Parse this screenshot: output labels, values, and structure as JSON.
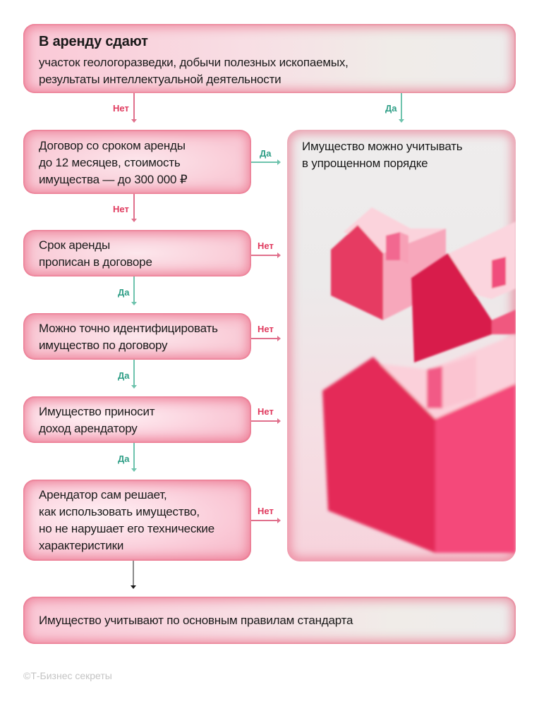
{
  "header_box": {
    "title": "В аренду сдают",
    "line1": "участок геологоразведки, добычи полезных ископаемых,",
    "line2": "результаты интеллектуальной деятельности"
  },
  "labels": {
    "yes": "Да",
    "no": "Нет"
  },
  "steps": [
    {
      "lines": [
        "Договор со сроком аренды",
        "до 12 месяцев, стоимость",
        "имущества — до 300 000 ₽"
      ],
      "right": "Да",
      "down": "Нет"
    },
    {
      "lines": [
        "Срок аренды",
        "прописан в договоре"
      ],
      "right": "Нет",
      "down": "Да"
    },
    {
      "lines": [
        "Можно точно идентифицировать",
        "имущество по договору"
      ],
      "right": "Нет",
      "down": "Да"
    },
    {
      "lines": [
        "Имущество приносит",
        "доход арендатору"
      ],
      "right": "Нет",
      "down": "Да"
    },
    {
      "lines": [
        "Арендатор сам решает,",
        "как использовать имущество,",
        "но не нарушает его технические",
        "характеристики"
      ],
      "right": "Нет",
      "down": ""
    }
  ],
  "simplified_panel": {
    "line1": "Имущество можно учитывать",
    "line2": "в упрощенном порядке",
    "illustration": "pink-3d-houses"
  },
  "result_box": {
    "text": "Имущество учитывают по основным правилам стандарта"
  },
  "footer": {
    "copyright": "©Т-Бизнес секреты"
  },
  "colors": {
    "no": "#e03a5e",
    "yes": "#2e9e86",
    "box_border": "#e85c7a",
    "box_fill": "#f9c9d5",
    "houses": "#f0476f"
  }
}
